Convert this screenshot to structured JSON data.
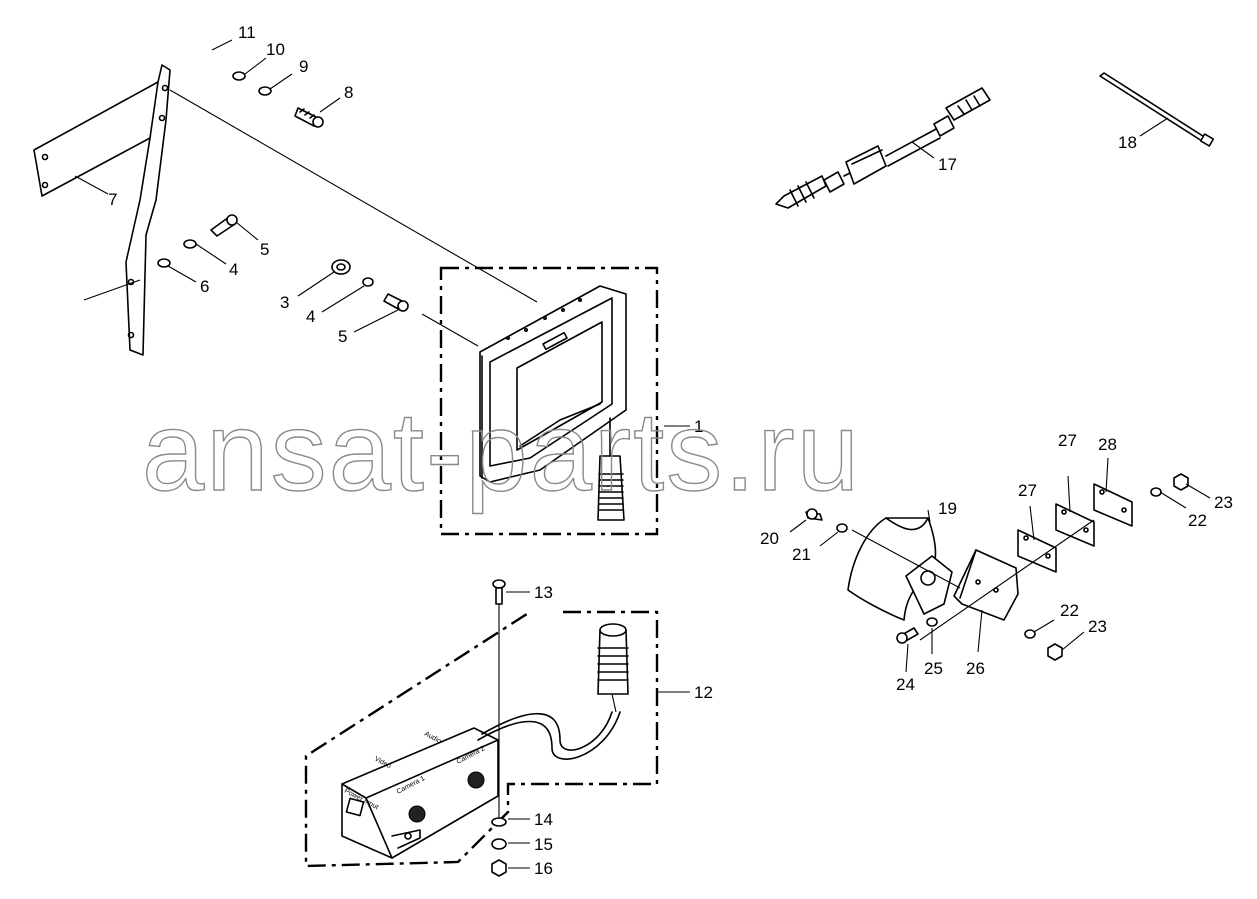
{
  "watermark": "ansat-parts.ru",
  "callouts": {
    "c1": "1",
    "c3": "3",
    "c4a": "4",
    "c4b": "4",
    "c5a": "5",
    "c5b": "5",
    "c6": "6",
    "c7": "7",
    "c8": "8",
    "c9": "9",
    "c10": "10",
    "c11": "11",
    "c12": "12",
    "c13": "13",
    "c14": "14",
    "c15": "15",
    "c16": "16",
    "c17": "17",
    "c18": "18",
    "c19": "19",
    "c20": "20",
    "c21": "21",
    "c22a": "22",
    "c22b": "22",
    "c23a": "23",
    "c23b": "23",
    "c24": "24",
    "c25": "25",
    "c26": "26",
    "c27a": "27",
    "c27b": "27",
    "c28": "28"
  },
  "control_box_labels": {
    "power_input": "Power Input",
    "video": "Video",
    "audio": "Audio",
    "camera1": "Camera 1",
    "camera2": "Camera 2"
  }
}
